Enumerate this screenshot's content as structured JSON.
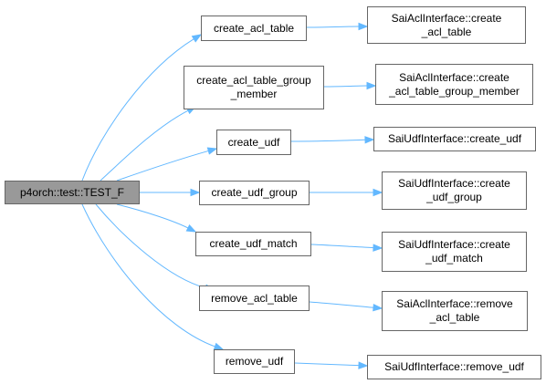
{
  "colors": {
    "edge": "#63b8ff",
    "node_border": "#666666",
    "node_fill": "#ffffff",
    "root_fill": "#999999"
  },
  "root": {
    "label": "p4orch::test::TEST_F"
  },
  "callees": [
    {
      "label_lines": [
        "create_acl_table"
      ]
    },
    {
      "label_lines": [
        "create_acl_table_group",
        "_member"
      ]
    },
    {
      "label_lines": [
        "create_udf"
      ]
    },
    {
      "label_lines": [
        "create_udf_group"
      ]
    },
    {
      "label_lines": [
        "create_udf_match"
      ]
    },
    {
      "label_lines": [
        "remove_acl_table"
      ]
    },
    {
      "label_lines": [
        "remove_udf"
      ]
    }
  ],
  "targets": [
    {
      "label_lines": [
        "SaiAclInterface::create",
        "_acl_table"
      ]
    },
    {
      "label_lines": [
        "SaiAclInterface::create",
        "_acl_table_group_member"
      ]
    },
    {
      "label_lines": [
        "SaiUdfInterface::create_udf"
      ]
    },
    {
      "label_lines": [
        "SaiUdfInterface::create",
        "_udf_group"
      ]
    },
    {
      "label_lines": [
        "SaiUdfInterface::create",
        "_udf_match"
      ]
    },
    {
      "label_lines": [
        "SaiAclInterface::remove",
        "_acl_table"
      ]
    },
    {
      "label_lines": [
        "SaiUdfInterface::remove_udf"
      ]
    }
  ]
}
